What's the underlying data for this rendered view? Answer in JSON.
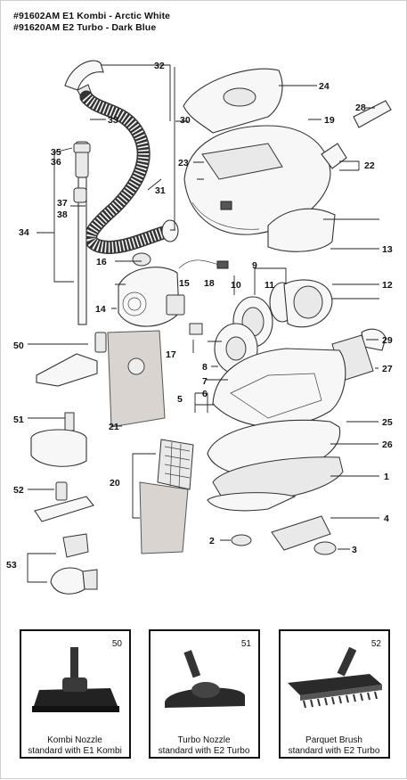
{
  "header": {
    "line1": "#91602AM E1 Kombi - Arctic White",
    "line2": "#91620AM E2 Turbo - Dark Blue"
  },
  "callouts": [
    "32",
    "33",
    "30",
    "24",
    "19",
    "28",
    "23",
    "22",
    "35",
    "36",
    "31",
    "37",
    "38",
    "34",
    "13",
    "16",
    "9",
    "12",
    "10",
    "11",
    "15",
    "18",
    "14",
    "17",
    "7",
    "8",
    "6",
    "5",
    "29",
    "27",
    "50",
    "21",
    "25",
    "51",
    "26",
    "1",
    "52",
    "20",
    "4",
    "2",
    "3",
    "53"
  ],
  "nozzles": [
    {
      "number": "50",
      "name": "Kombi Nozzle",
      "note": "standard with E1 Kombi"
    },
    {
      "number": "51",
      "name": "Turbo Nozzle",
      "note": "standard with E2 Turbo"
    },
    {
      "number": "52",
      "name": "Parquet Brush",
      "note": "standard with E2 Turbo"
    }
  ]
}
